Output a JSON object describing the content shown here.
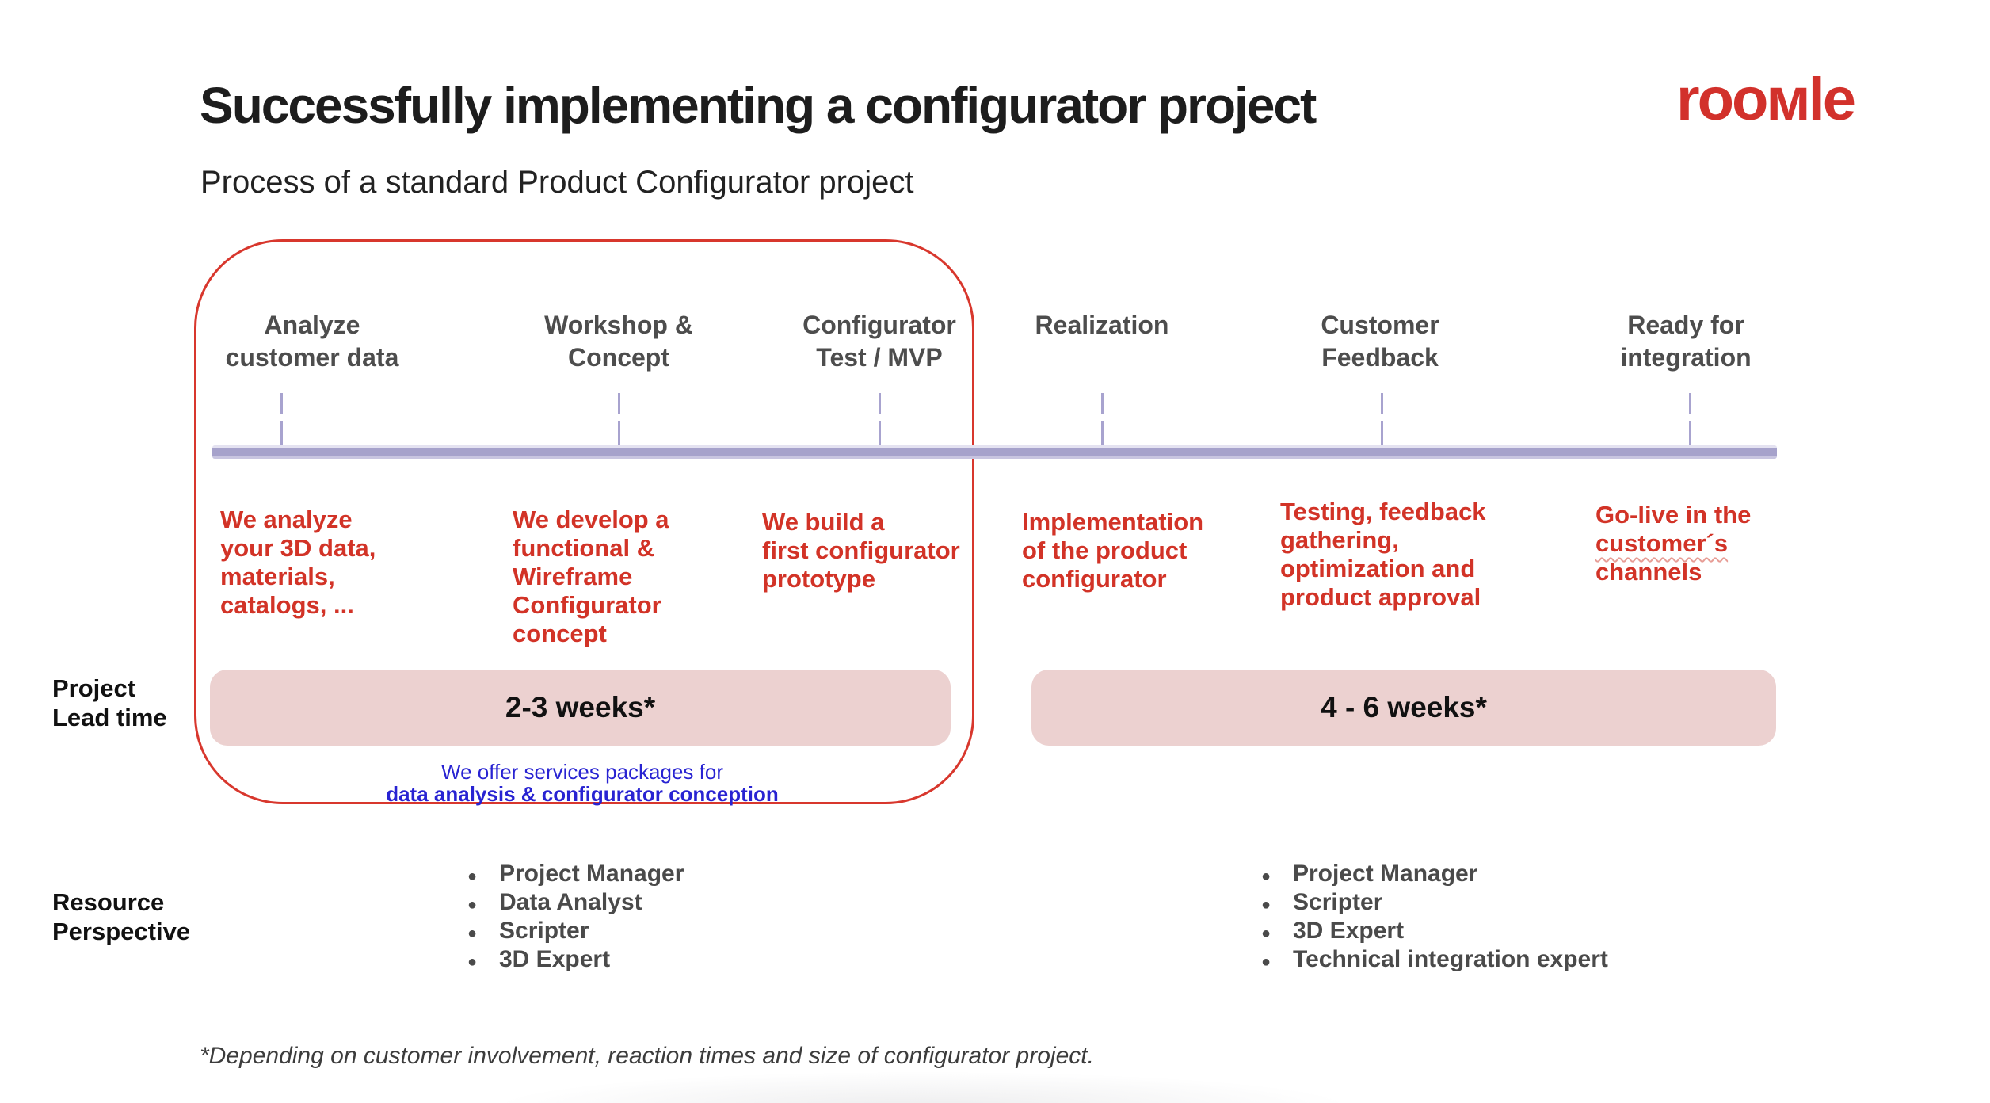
{
  "slide": {
    "title": "Successfully implementing a configurator project",
    "subtitle": "Process of a standard Product Configurator project",
    "brand": {
      "logo_text": "rooмle",
      "logo_color": "#d2312b"
    }
  },
  "process": {
    "accent_text_color": "#d23327",
    "timeline_color": "#a6a2cb",
    "highlight_outline_color": "#d8372d",
    "stages": [
      {
        "label": "Analyze\ncustomer data",
        "description": "We analyze\nyour 3D data,\nmaterials,\ncatalogs, ..."
      },
      {
        "label": "Workshop &\nConcept",
        "description": "We develop a\nfunctional &\nWireframe\nConfigurator\nconcept"
      },
      {
        "label": "Configurator\nTest / MVP",
        "description": "We build a\nfirst configurator\nprototype"
      },
      {
        "label": "Realization",
        "description": "Implementation\nof the product\nconfigurator"
      },
      {
        "label": "Customer\nFeedback",
        "description": "Testing, feedback\ngathering,\noptimization and\nproduct approval"
      },
      {
        "label": "Ready for\nintegration",
        "description_pre": "Go-live in the",
        "description_underlined": "customer´s",
        "description_post": "channels"
      }
    ]
  },
  "lead_time": {
    "row_label": "Project\nLead time",
    "bar_fill_color": "#ecd1d0",
    "bars": [
      {
        "duration": "2-3 weeks*"
      },
      {
        "duration": "4 - 6 weeks*"
      }
    ],
    "services_note_line1": "We offer services packages for",
    "services_note_line2": "data analysis & configurator conception",
    "services_note_color": "#2823d2"
  },
  "resources": {
    "row_label": "Resource\nPerspective",
    "bullet_glyph": "●",
    "concept_phase_team": [
      "Project Manager",
      "Data Analyst",
      "Scripter",
      "3D Expert"
    ],
    "realization_phase_team": [
      "Project Manager",
      "Scripter",
      "3D Expert",
      "Technical integration expert"
    ]
  },
  "footnote": "*Depending on customer involvement, reaction times and size of configurator project."
}
